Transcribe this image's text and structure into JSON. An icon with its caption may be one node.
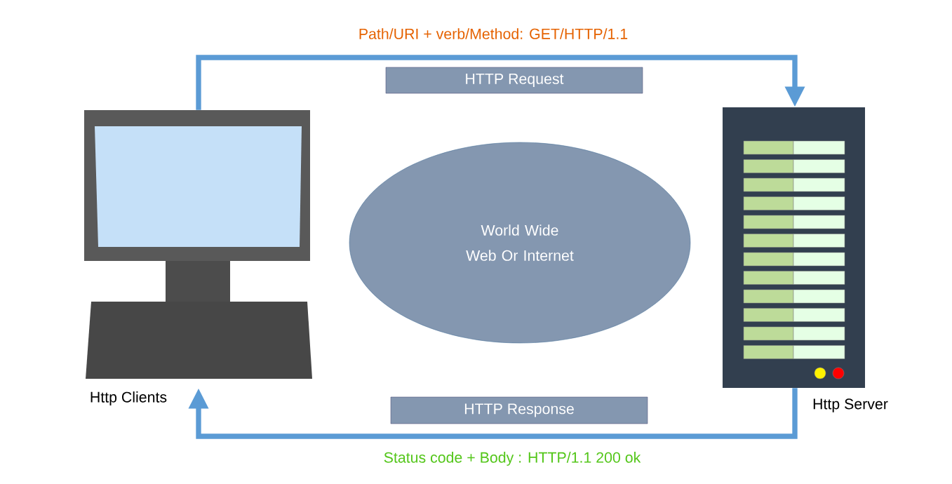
{
  "diagram": {
    "nodes": [
      {
        "text": [],
        "shape": "picture",
        "beside": [
          "Http Clients"
        ]
      },
      {
        "text": [],
        "shape": "picture",
        "beside": [
          "Http Server"
        ]
      },
      {
        "text": [
          "World Wide Web Or Internet"
        ]
      },
      {
        "text": [
          "HTTP Request"
        ]
      },
      {
        "text": [
          "HTTP Response"
        ]
      }
    ],
    "edges": [
      {
        "from": 0,
        "to": 1,
        "arrow": "to",
        "label": "Path/URI + verb/Method: GET/HTTP/1.1"
      },
      {
        "from": 1,
        "to": 0,
        "arrow": "to",
        "label": "Status code + Body : HTTP/1.1 200 ok"
      }
    ]
  }
}
